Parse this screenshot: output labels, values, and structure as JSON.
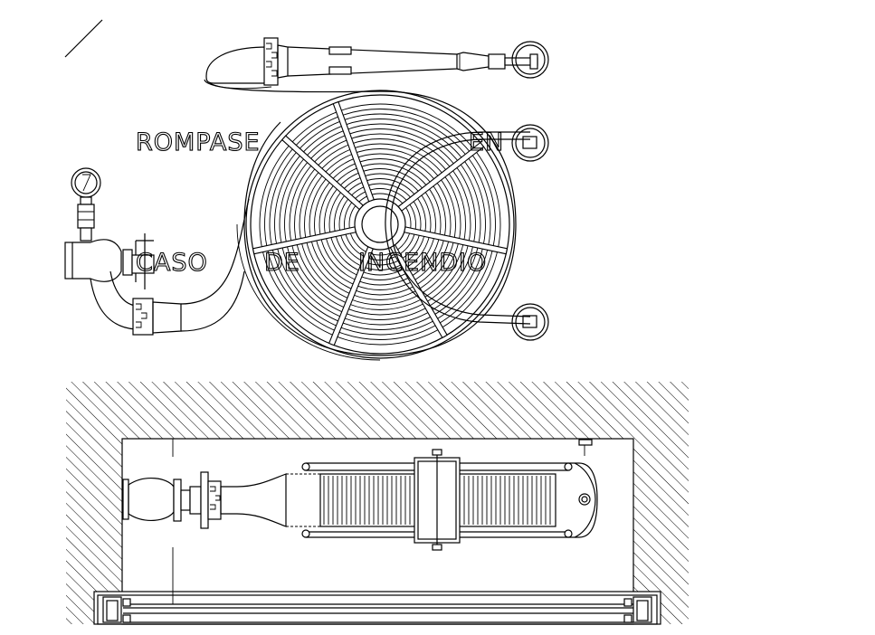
{
  "sign": {
    "line1_word1": "ROMPASE",
    "line1_word2": "EN",
    "line2_word1": "CASO",
    "line2_word2": "DE",
    "line2_word3": "INCENDIO"
  },
  "colors": {
    "stroke": "#000000",
    "background": "#ffffff"
  }
}
